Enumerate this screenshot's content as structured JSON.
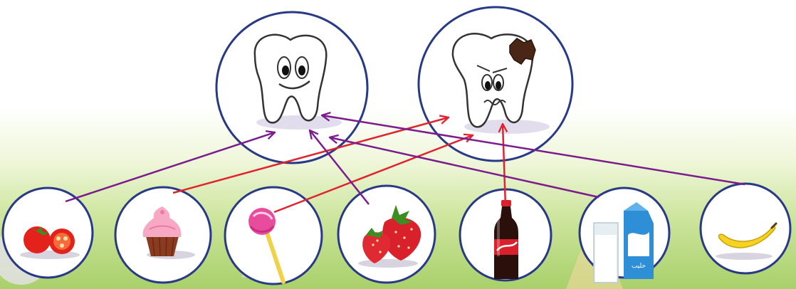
{
  "diagram": {
    "title": "",
    "targets": [
      {
        "id": "healthy-tooth",
        "icon": "healthy-tooth-icon"
      },
      {
        "id": "decayed-tooth",
        "icon": "decayed-tooth-icon"
      }
    ],
    "foods": [
      {
        "id": "tomato",
        "icon": "tomato-icon",
        "link_to": "healthy-tooth",
        "arrow_color": "#7b1c8c"
      },
      {
        "id": "cupcake",
        "icon": "cupcake-icon",
        "link_to": "decayed-tooth",
        "arrow_color": "#e0242f"
      },
      {
        "id": "lollipop",
        "icon": "lollipop-icon",
        "link_to": "decayed-tooth",
        "arrow_color": "#e0242f"
      },
      {
        "id": "strawberries",
        "icon": "strawberry-icon",
        "link_to": "healthy-tooth",
        "arrow_color": "#7b1c8c"
      },
      {
        "id": "cola",
        "icon": "cola-bottle-icon",
        "link_to": "decayed-tooth",
        "arrow_color": "#e0242f"
      },
      {
        "id": "milk",
        "icon": "milk-carton-icon",
        "link_to": "healthy-tooth",
        "arrow_color": "#7b1c8c",
        "carton_text": "حليب"
      },
      {
        "id": "banana",
        "icon": "banana-icon",
        "link_to": "healthy-tooth",
        "arrow_color": "#7b1c8c"
      }
    ]
  }
}
